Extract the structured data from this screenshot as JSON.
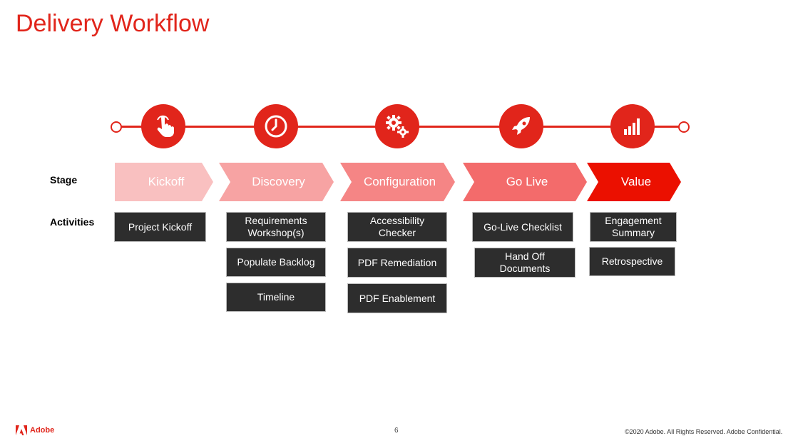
{
  "title": "Delivery Workflow",
  "row_labels": {
    "stage": "Stage",
    "activities": "Activities"
  },
  "stages": [
    {
      "label": "Kickoff",
      "icon": "pointer-hand-icon",
      "color": "#f9c0c0",
      "activities": [
        "Project Kickoff"
      ]
    },
    {
      "label": "Discovery",
      "icon": "clock-icon",
      "color": "#f7a3a3",
      "activities": [
        "Requirements\nWorkshop(s)",
        "Populate Backlog",
        "Timeline"
      ]
    },
    {
      "label": "Configuration",
      "icon": "gears-icon",
      "color": "#f58585",
      "activities": [
        "Accessibility\nChecker",
        "PDF Remediation",
        "PDF Enablement"
      ]
    },
    {
      "label": "Go Live",
      "icon": "rocket-icon",
      "color": "#f36b6b",
      "activities": [
        "Go-Live Checklist",
        "Hand Off\nDocuments"
      ]
    },
    {
      "label": "Value",
      "icon": "bar-chart-icon",
      "color": "#eb1000",
      "activities": [
        "Engagement\nSummary",
        "Retrospective"
      ]
    }
  ],
  "footer": {
    "brand": "Adobe",
    "page_number": "6",
    "copyright": "©2020 Adobe. All Rights Reserved. Adobe Confidential."
  },
  "colors": {
    "accent": "#e1251b",
    "activity_box": "#2d2d2d"
  }
}
